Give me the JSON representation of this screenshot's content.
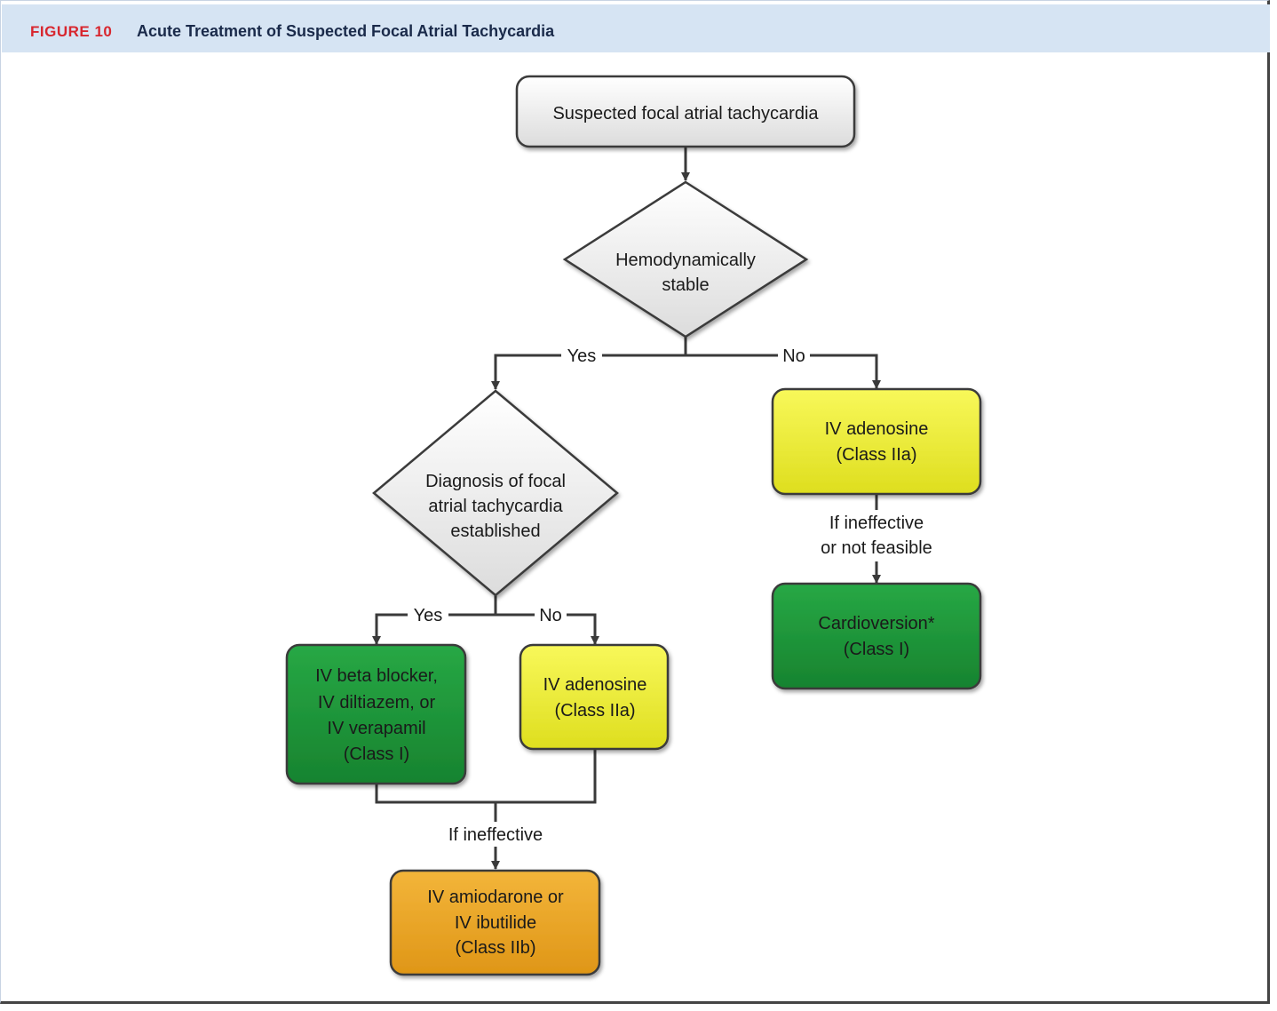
{
  "header": {
    "figure_label": "FIGURE 10",
    "title": "Acute Treatment of Suspected Focal Atrial Tachycardia"
  },
  "nodes": {
    "start": [
      "Suspected focal atrial tachycardia"
    ],
    "hemo_stable": [
      "Hemodynamically",
      "stable"
    ],
    "diagnosis": [
      "Diagnosis of focal",
      "atrial tachycardia",
      "established"
    ],
    "iv_adenosine_right": [
      "IV adenosine",
      "(Class IIa)"
    ],
    "cardioversion": [
      "Cardioversion*",
      "(Class I)"
    ],
    "beta_blocker": [
      "IV beta blocker,",
      "IV diltiazem, or",
      "IV verapamil",
      "(Class I)"
    ],
    "iv_adenosine_left": [
      "IV adenosine",
      "(Class IIa)"
    ],
    "amiodarone": [
      "IV amiodarone or",
      "IV ibutilide",
      "(Class IIb)"
    ]
  },
  "edge_labels": {
    "hemo_yes": "Yes",
    "hemo_no": "No",
    "diag_yes": "Yes",
    "diag_no": "No",
    "right_ineffective": [
      "If ineffective",
      "or not feasible"
    ],
    "left_ineffective": "If ineffective"
  },
  "colors": {
    "grey_fill": "#ececec",
    "green_fill": "#1f9a3c",
    "yellow_fill": "#f2f23a",
    "orange_fill": "#eaa524",
    "stroke": "#3a3a3a",
    "header_bg": "#d6e4f3",
    "figure_label": "#d8262e"
  }
}
